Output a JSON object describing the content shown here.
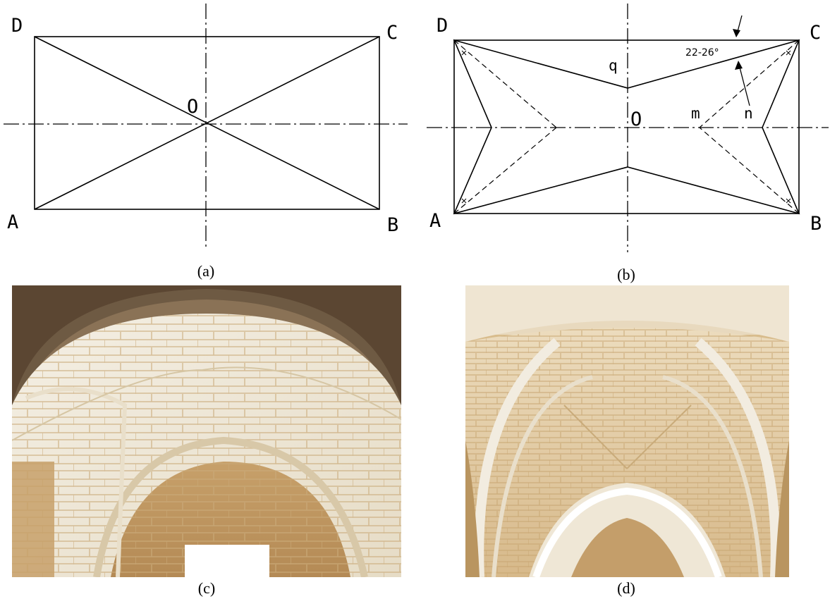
{
  "panel_a": {
    "caption": "(a)",
    "labels": {
      "A": "A",
      "B": "B",
      "C": "C",
      "D": "D",
      "O": "O"
    }
  },
  "panel_b": {
    "caption": "(b)",
    "labels": {
      "A": "A",
      "B": "B",
      "C": "C",
      "D": "D",
      "O": "O",
      "q": "q",
      "m": "m",
      "n": "n",
      "angle": "22-26°"
    }
  },
  "panel_c": {
    "caption": "(c)",
    "content": "photo: stone cross vault with diagonal ribs"
  },
  "panel_d": {
    "caption": "(d)",
    "content": "photo: star-shaped stone vault with pointed arches"
  },
  "colors": {
    "line": "#000000",
    "stone_light": "#efe6d2",
    "stone_warm": "#d9b886",
    "wall": "#b98f5a"
  }
}
